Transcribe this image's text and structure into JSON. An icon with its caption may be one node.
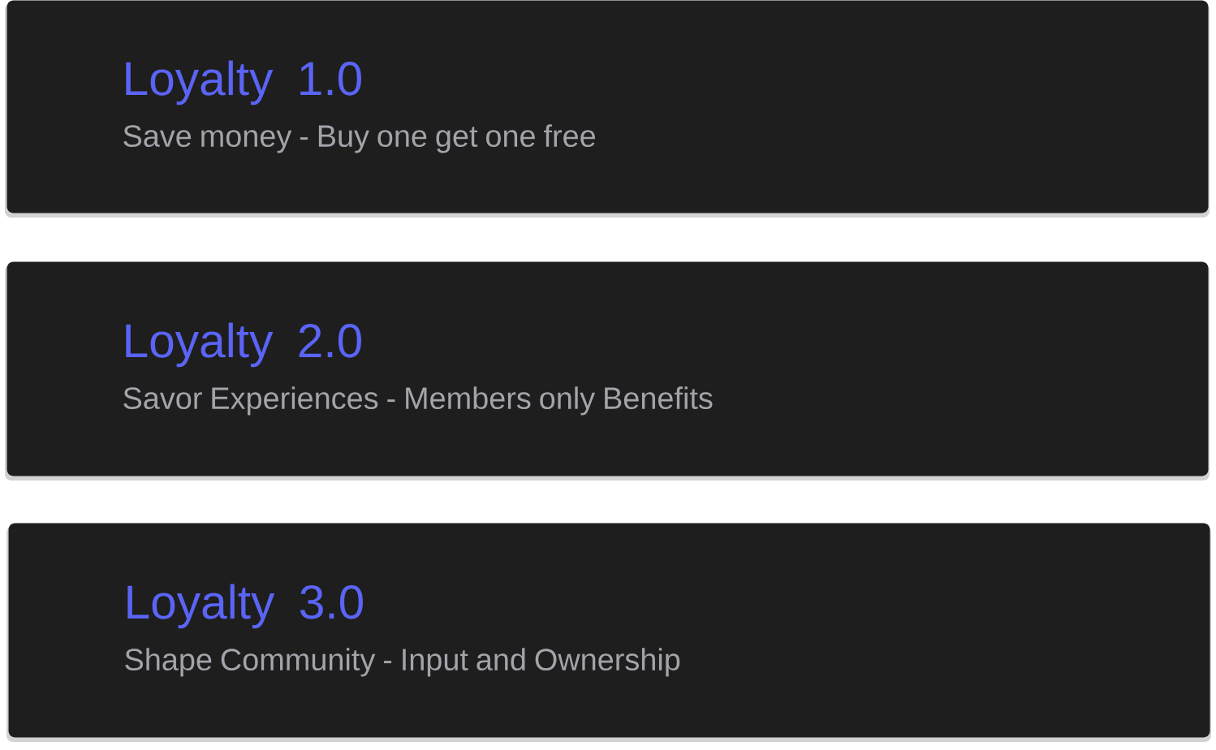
{
  "diagram": {
    "nodes": [
      {
        "text": [
          "Loyalty 1.0",
          "Save money - Buy one get one free"
        ]
      },
      {
        "text": [
          "Loyalty 2.0",
          "Savor Experiences - Members only Benefits"
        ]
      },
      {
        "text": [
          "Loyalty 3.0",
          "Shape Community - Input and Ownership"
        ]
      }
    ]
  }
}
